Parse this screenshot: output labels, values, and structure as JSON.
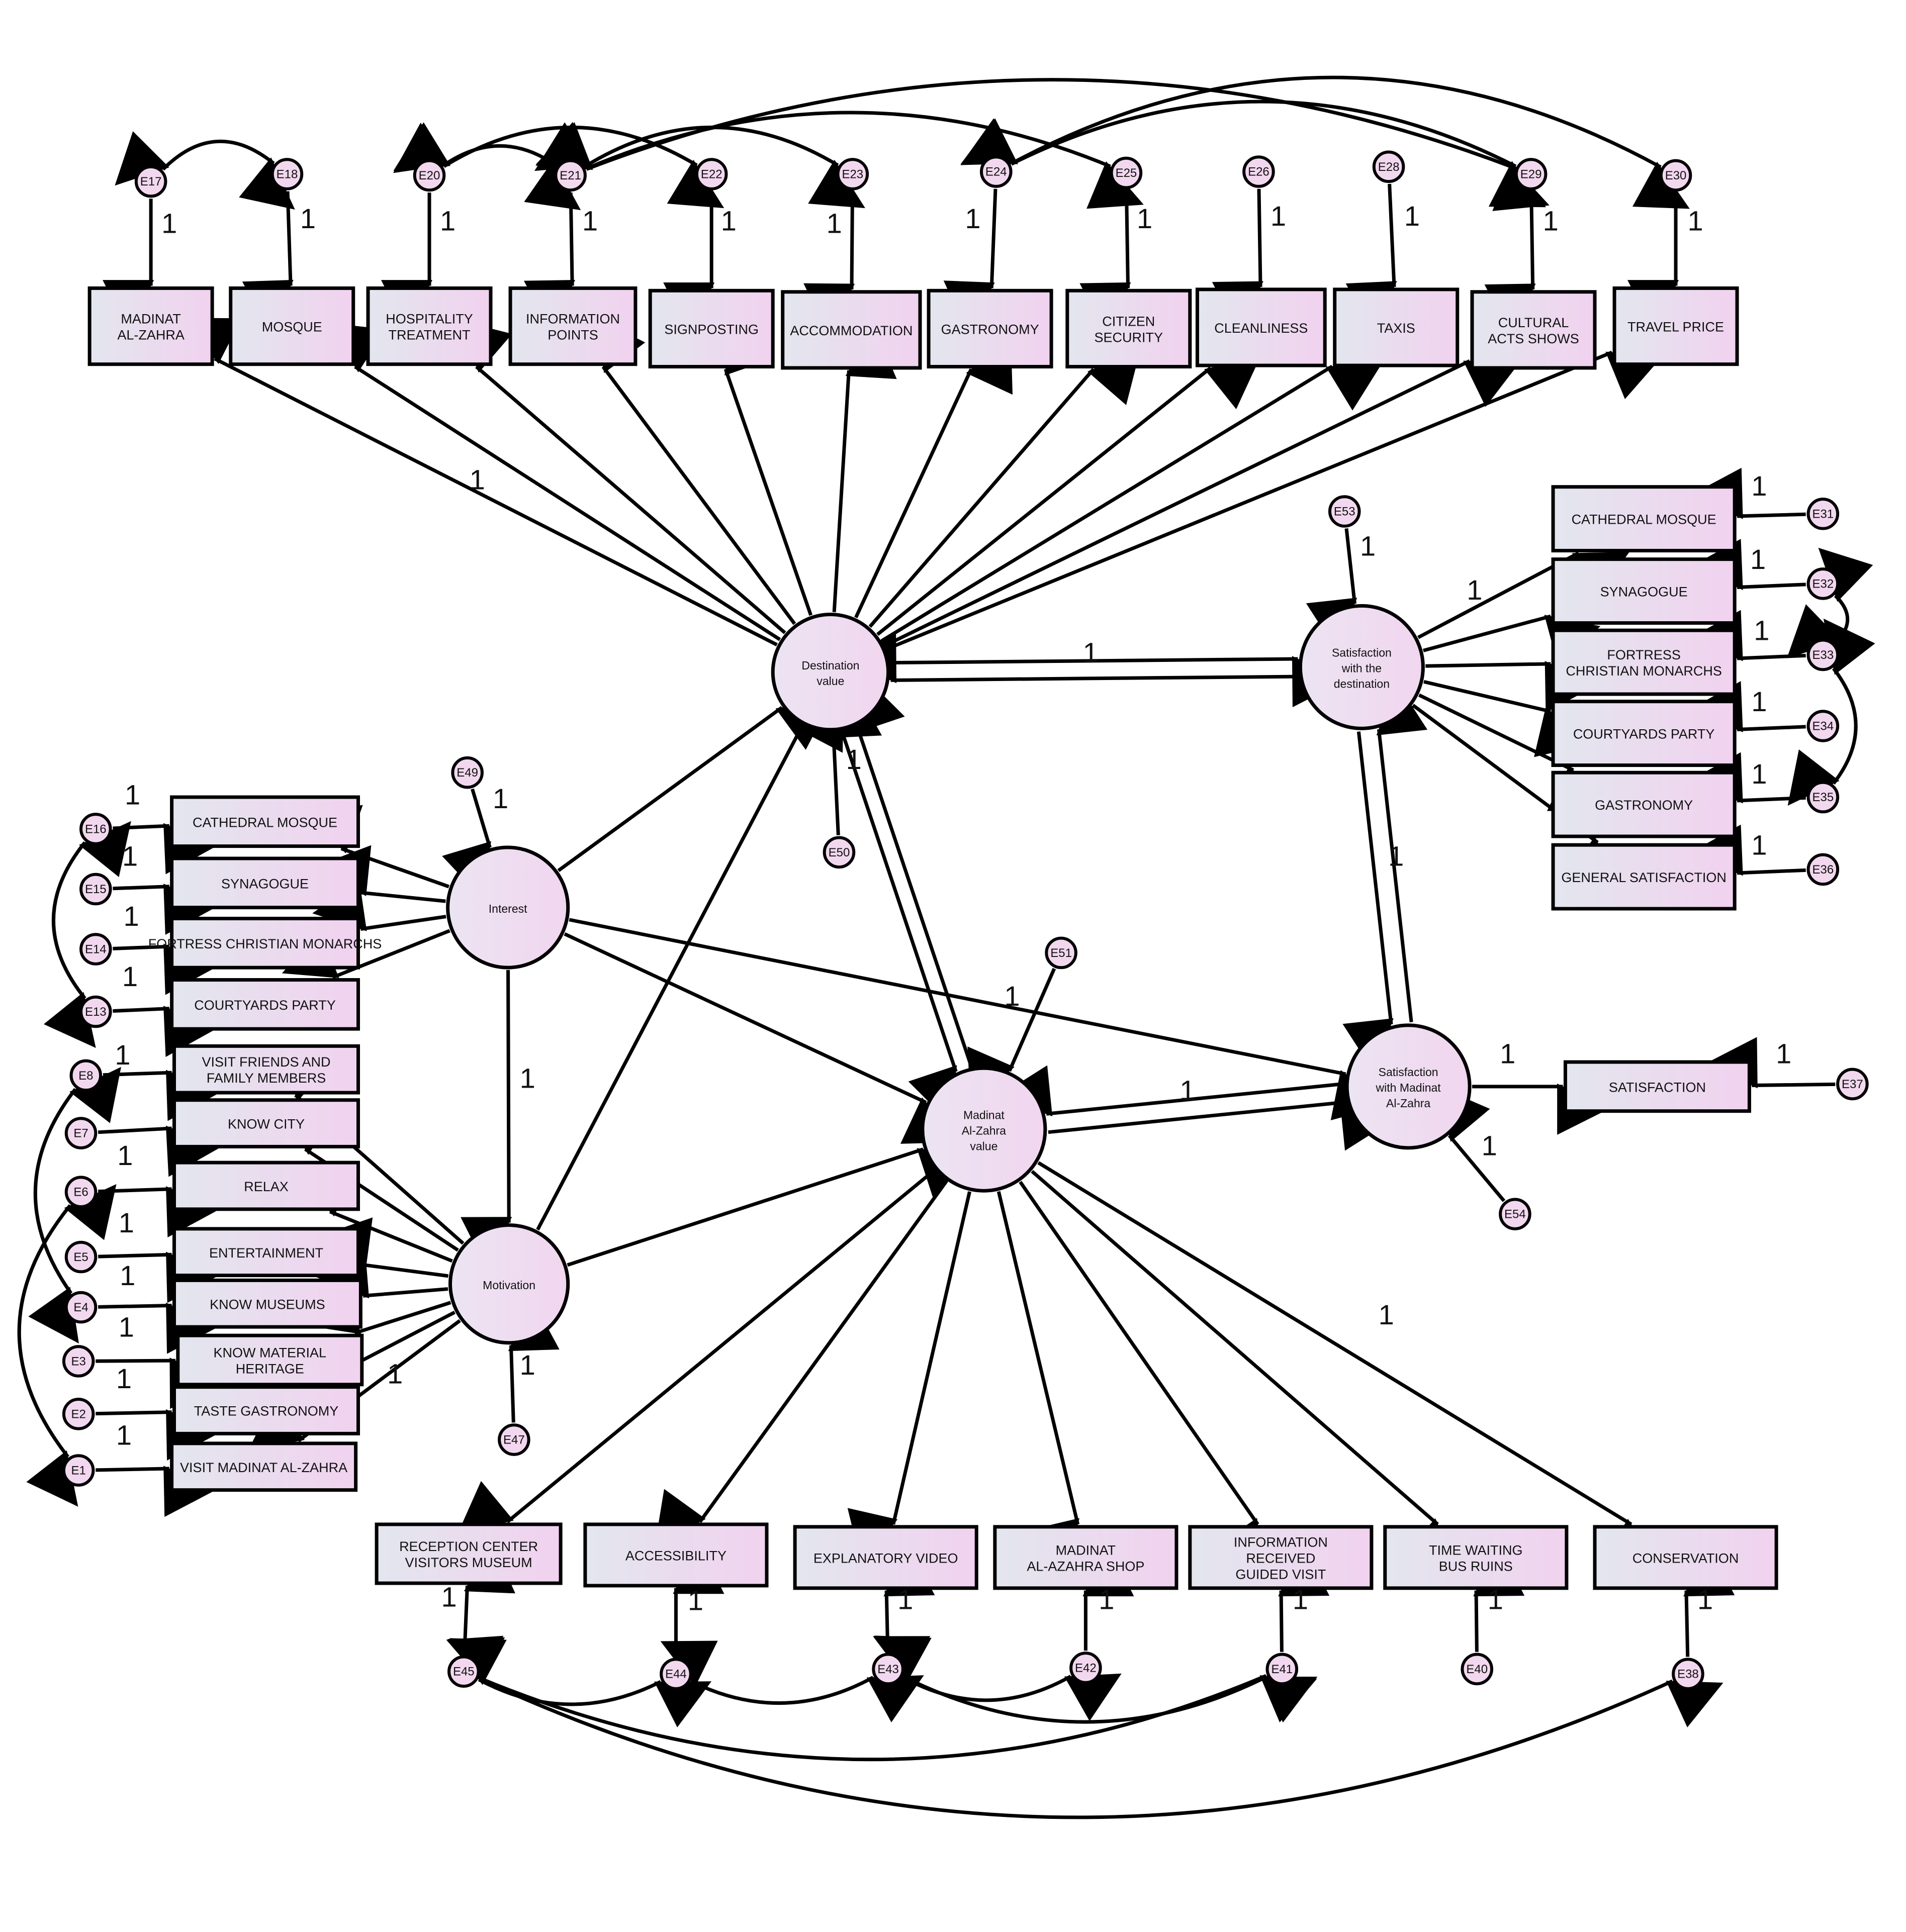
{
  "latents": [
    {
      "id": "DV",
      "lines": [
        "Destination",
        "value"
      ]
    },
    {
      "id": "SD",
      "lines": [
        "Satisfaction",
        "with the",
        "destination"
      ]
    },
    {
      "id": "INT",
      "lines": [
        "Interest"
      ]
    },
    {
      "id": "MOT",
      "lines": [
        "Motivation"
      ]
    },
    {
      "id": "MV",
      "lines": [
        "Madinat",
        "Al-Zahra",
        "value"
      ]
    },
    {
      "id": "SM",
      "lines": [
        "Satisfaction",
        "with Madinat",
        "Al-Zahra"
      ]
    }
  ],
  "indicators": [
    {
      "id": "T1",
      "lines": [
        "MADINAT",
        "AL-ZAHRA"
      ]
    },
    {
      "id": "T2",
      "lines": [
        "MOSQUE"
      ]
    },
    {
      "id": "T3",
      "lines": [
        "HOSPITALITY",
        "TREATMENT"
      ]
    },
    {
      "id": "T4",
      "lines": [
        "INFORMATION",
        "POINTS"
      ]
    },
    {
      "id": "T5",
      "lines": [
        "SIGNPOSTING"
      ]
    },
    {
      "id": "T6",
      "lines": [
        "ACCOMMODATION"
      ]
    },
    {
      "id": "T7",
      "lines": [
        "GASTRONOMY"
      ]
    },
    {
      "id": "T8",
      "lines": [
        "CITIZEN",
        "SECURITY"
      ]
    },
    {
      "id": "T9",
      "lines": [
        "CLEANLINESS"
      ]
    },
    {
      "id": "T10",
      "lines": [
        "TAXIS"
      ]
    },
    {
      "id": "T11",
      "lines": [
        "CULTURAL",
        "ACTS SHOWS"
      ]
    },
    {
      "id": "T12",
      "lines": [
        "TRAVEL PRICE"
      ]
    },
    {
      "id": "R1",
      "lines": [
        "CATHEDRAL MOSQUE"
      ]
    },
    {
      "id": "R2",
      "lines": [
        "SYNAGOGUE"
      ]
    },
    {
      "id": "R3",
      "lines": [
        "FORTRESS",
        "CHRISTIAN MONARCHS"
      ]
    },
    {
      "id": "R4",
      "lines": [
        "COURTYARDS PARTY"
      ]
    },
    {
      "id": "R5",
      "lines": [
        "GASTRONOMY"
      ]
    },
    {
      "id": "R6",
      "lines": [
        "GENERAL SATISFACTION"
      ]
    },
    {
      "id": "RS",
      "lines": [
        "SATISFACTION"
      ]
    },
    {
      "id": "I1",
      "lines": [
        "CATHEDRAL MOSQUE"
      ]
    },
    {
      "id": "I2",
      "lines": [
        "SYNAGOGUE"
      ]
    },
    {
      "id": "I3",
      "lines": [
        "FORTRESS CHRISTIAN MONARCHS"
      ]
    },
    {
      "id": "I4",
      "lines": [
        "COURTYARDS PARTY"
      ]
    },
    {
      "id": "M1",
      "lines": [
        "VISIT FRIENDS AND",
        "FAMILY MEMBERS"
      ]
    },
    {
      "id": "M2",
      "lines": [
        "KNOW CITY"
      ]
    },
    {
      "id": "M3",
      "lines": [
        "RELAX"
      ]
    },
    {
      "id": "M4",
      "lines": [
        "ENTERTAINMENT"
      ]
    },
    {
      "id": "M5",
      "lines": [
        "KNOW MUSEUMS"
      ]
    },
    {
      "id": "M6",
      "lines": [
        "KNOW MATERIAL",
        "HERITAGE"
      ]
    },
    {
      "id": "M7",
      "lines": [
        "TASTE GASTRONOMY"
      ]
    },
    {
      "id": "M8",
      "lines": [
        "VISIT MADINAT AL-ZAHRA"
      ]
    },
    {
      "id": "B1",
      "lines": [
        "RECEPTION CENTER",
        "VISITORS MUSEUM"
      ]
    },
    {
      "id": "B2",
      "lines": [
        "ACCESSIBILITY"
      ]
    },
    {
      "id": "B3",
      "lines": [
        "EXPLANATORY VIDEO"
      ]
    },
    {
      "id": "B4",
      "lines": [
        "MADINAT",
        "AL-AZAHRA SHOP"
      ]
    },
    {
      "id": "B5",
      "lines": [
        "INFORMATION",
        "RECEIVED",
        "GUIDED VISIT"
      ]
    },
    {
      "id": "B6",
      "lines": [
        "TIME WAITING",
        "BUS RUINS"
      ]
    },
    {
      "id": "B7",
      "lines": [
        "CONSERVATION"
      ]
    }
  ],
  "errors": {
    "E17": "E17",
    "E18": "E18",
    "E20": "E20",
    "E21": "E21",
    "E22": "E22",
    "E23": "E23",
    "E24": "E24",
    "E25": "E25",
    "E26": "E26",
    "E28": "E28",
    "E29": "E29",
    "E30": "E30",
    "E31": "E31",
    "E32": "E32",
    "E33": "E33",
    "E34": "E34",
    "E35": "E35",
    "E36": "E36",
    "E37": "E37",
    "E16": "E16",
    "E15": "E15",
    "E14": "E14",
    "E13": "E13",
    "E8": "E8",
    "E7": "E7",
    "E6": "E6",
    "E5": "E5",
    "E4": "E4",
    "E3": "E3",
    "E2": "E2",
    "E1": "E1",
    "E45": "E45",
    "E44": "E44",
    "E43": "E43",
    "E42": "E42",
    "E41": "E41",
    "E40": "E40",
    "E38": "E38",
    "E49": "E49",
    "E50": "E50",
    "E51": "E51",
    "E53": "E53",
    "E54": "E54",
    "E47": "E47"
  },
  "fixed_parameter": "1",
  "colors": {
    "box_left": "#e3e6ee",
    "box_right": "#f1d2ef",
    "latent_left": "#ece4f2",
    "latent_right": "#f1d6ef",
    "error_fill": "#f2d8ef"
  }
}
